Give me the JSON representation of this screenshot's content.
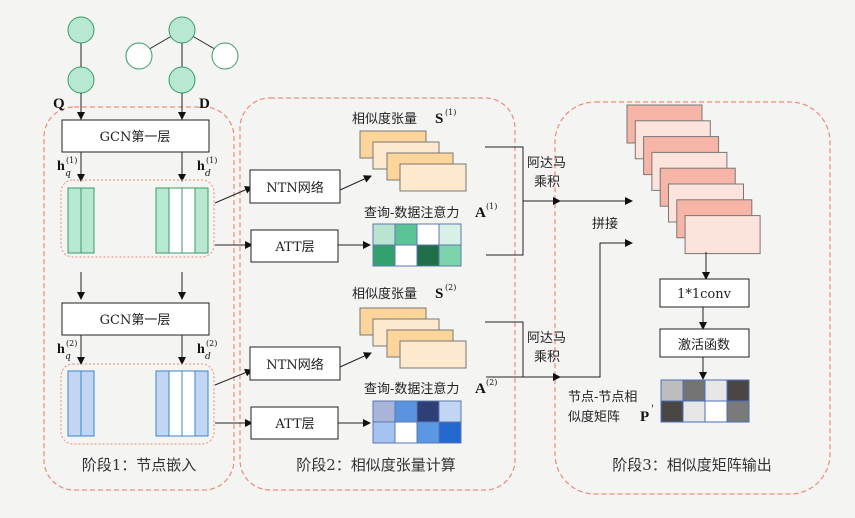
{
  "graphs": {
    "query_label": "Q",
    "doc_label": "D"
  },
  "stage1": {
    "title": "阶段1：节点嵌入",
    "gcn_layer_1": "GCN第一层",
    "gcn_layer_2": "GCN第一层",
    "hq1_base": "h",
    "hq1_sub": "q",
    "hq1_sup": "(1)",
    "hd1_base": "h",
    "hd1_sub": "d",
    "hd1_sup": "(1)",
    "hq2_base": "h",
    "hq2_sub": "q",
    "hq2_sup": "(2)",
    "hd2_base": "h",
    "hd2_sub": "d",
    "hd2_sup": "(2)"
  },
  "stage2": {
    "title": "阶段2：相似度张量计算",
    "ntn_1": "NTN网络",
    "att_1": "ATT层",
    "ntn_2": "NTN网络",
    "att_2": "ATT层",
    "sim_tensor_1": "相似度张量",
    "sim_sym_1": "S",
    "sim_sup_1": "(1)",
    "attn_1": "查询-数据注意力",
    "attn_sym_1": "A",
    "attn_sup_1": "(1)",
    "sim_tensor_2": "相似度张量",
    "sim_sym_2": "S",
    "sim_sup_2": "(2)",
    "attn_2": "查询-数据注意力",
    "attn_sym_2": "A",
    "attn_sup_2": "(2)",
    "attn_matrix_1_colors": [
      "#b9e4d0",
      "#5bc495",
      "#ffffff",
      "#d8f0e5",
      "#33a06e",
      "#ffffff",
      "#216e4b",
      "#7dd4ac"
    ],
    "attn_matrix_2_colors": [
      "#a9b5d8",
      "#5a94e0",
      "#2e3f78",
      "#c2d6f4",
      "#a3c2ef",
      "#ffffff",
      "#5b98e4",
      "#2468cf"
    ]
  },
  "stage3": {
    "title": "阶段3：相似度矩阵输出",
    "hadamard_1": [
      "阿达马",
      "乘积"
    ],
    "hadamard_2": [
      "阿达马",
      "乘积"
    ],
    "concat": "拼接",
    "conv": "1*1conv",
    "activation": "激活函数",
    "output_label_line1": "节点-节点相",
    "output_label_line2": "似度矩阵",
    "output_sym": "P",
    "output_sup": "'",
    "output_matrix_colors": [
      "#bdbdbd",
      "#737373",
      "#e6e6e6",
      "#4a4646",
      "#4a4646",
      "#e6e6e6",
      "#ffffff",
      "#7a7a7a"
    ]
  },
  "colors": {
    "stage_border": "#f08a78",
    "green_fill": "#b9e8d2",
    "green_stroke": "#3a9a6a",
    "blue_fill": "#c2d6f4",
    "blue_stroke": "#3a86c8",
    "orange_dark": "#fdd49a",
    "orange_light": "#fee9cf",
    "salmon_dark": "#f6b5a6",
    "salmon_light": "#fce3dc"
  }
}
